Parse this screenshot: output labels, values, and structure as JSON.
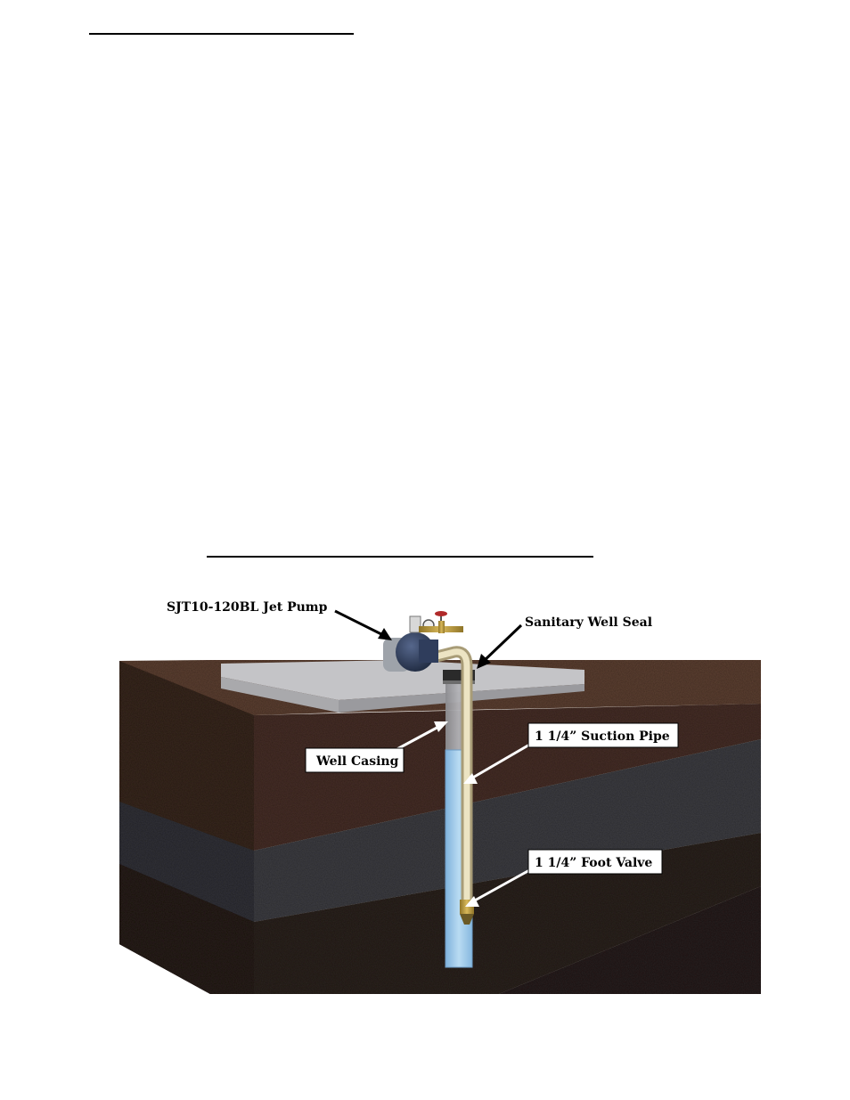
{
  "labels": {
    "pump": "SJT10-120BL Jet Pump",
    "seal": "Sanitary Well Seal",
    "casing": "Well Casing",
    "suction_pipe": "1 1/4” Suction Pipe",
    "foot_valve": "1 1/4” Foot Valve"
  },
  "colors": {
    "soil_top": "#5e4336",
    "soil_top_face": "#3d2a22",
    "rock_mid": "#3c3d41",
    "rock_bottom": "#2d2420",
    "slab_top": "#c9c9cc",
    "water": "#9fc7e6",
    "pipe": "#e0d6b0",
    "pump_body": "#2f3d5c"
  }
}
